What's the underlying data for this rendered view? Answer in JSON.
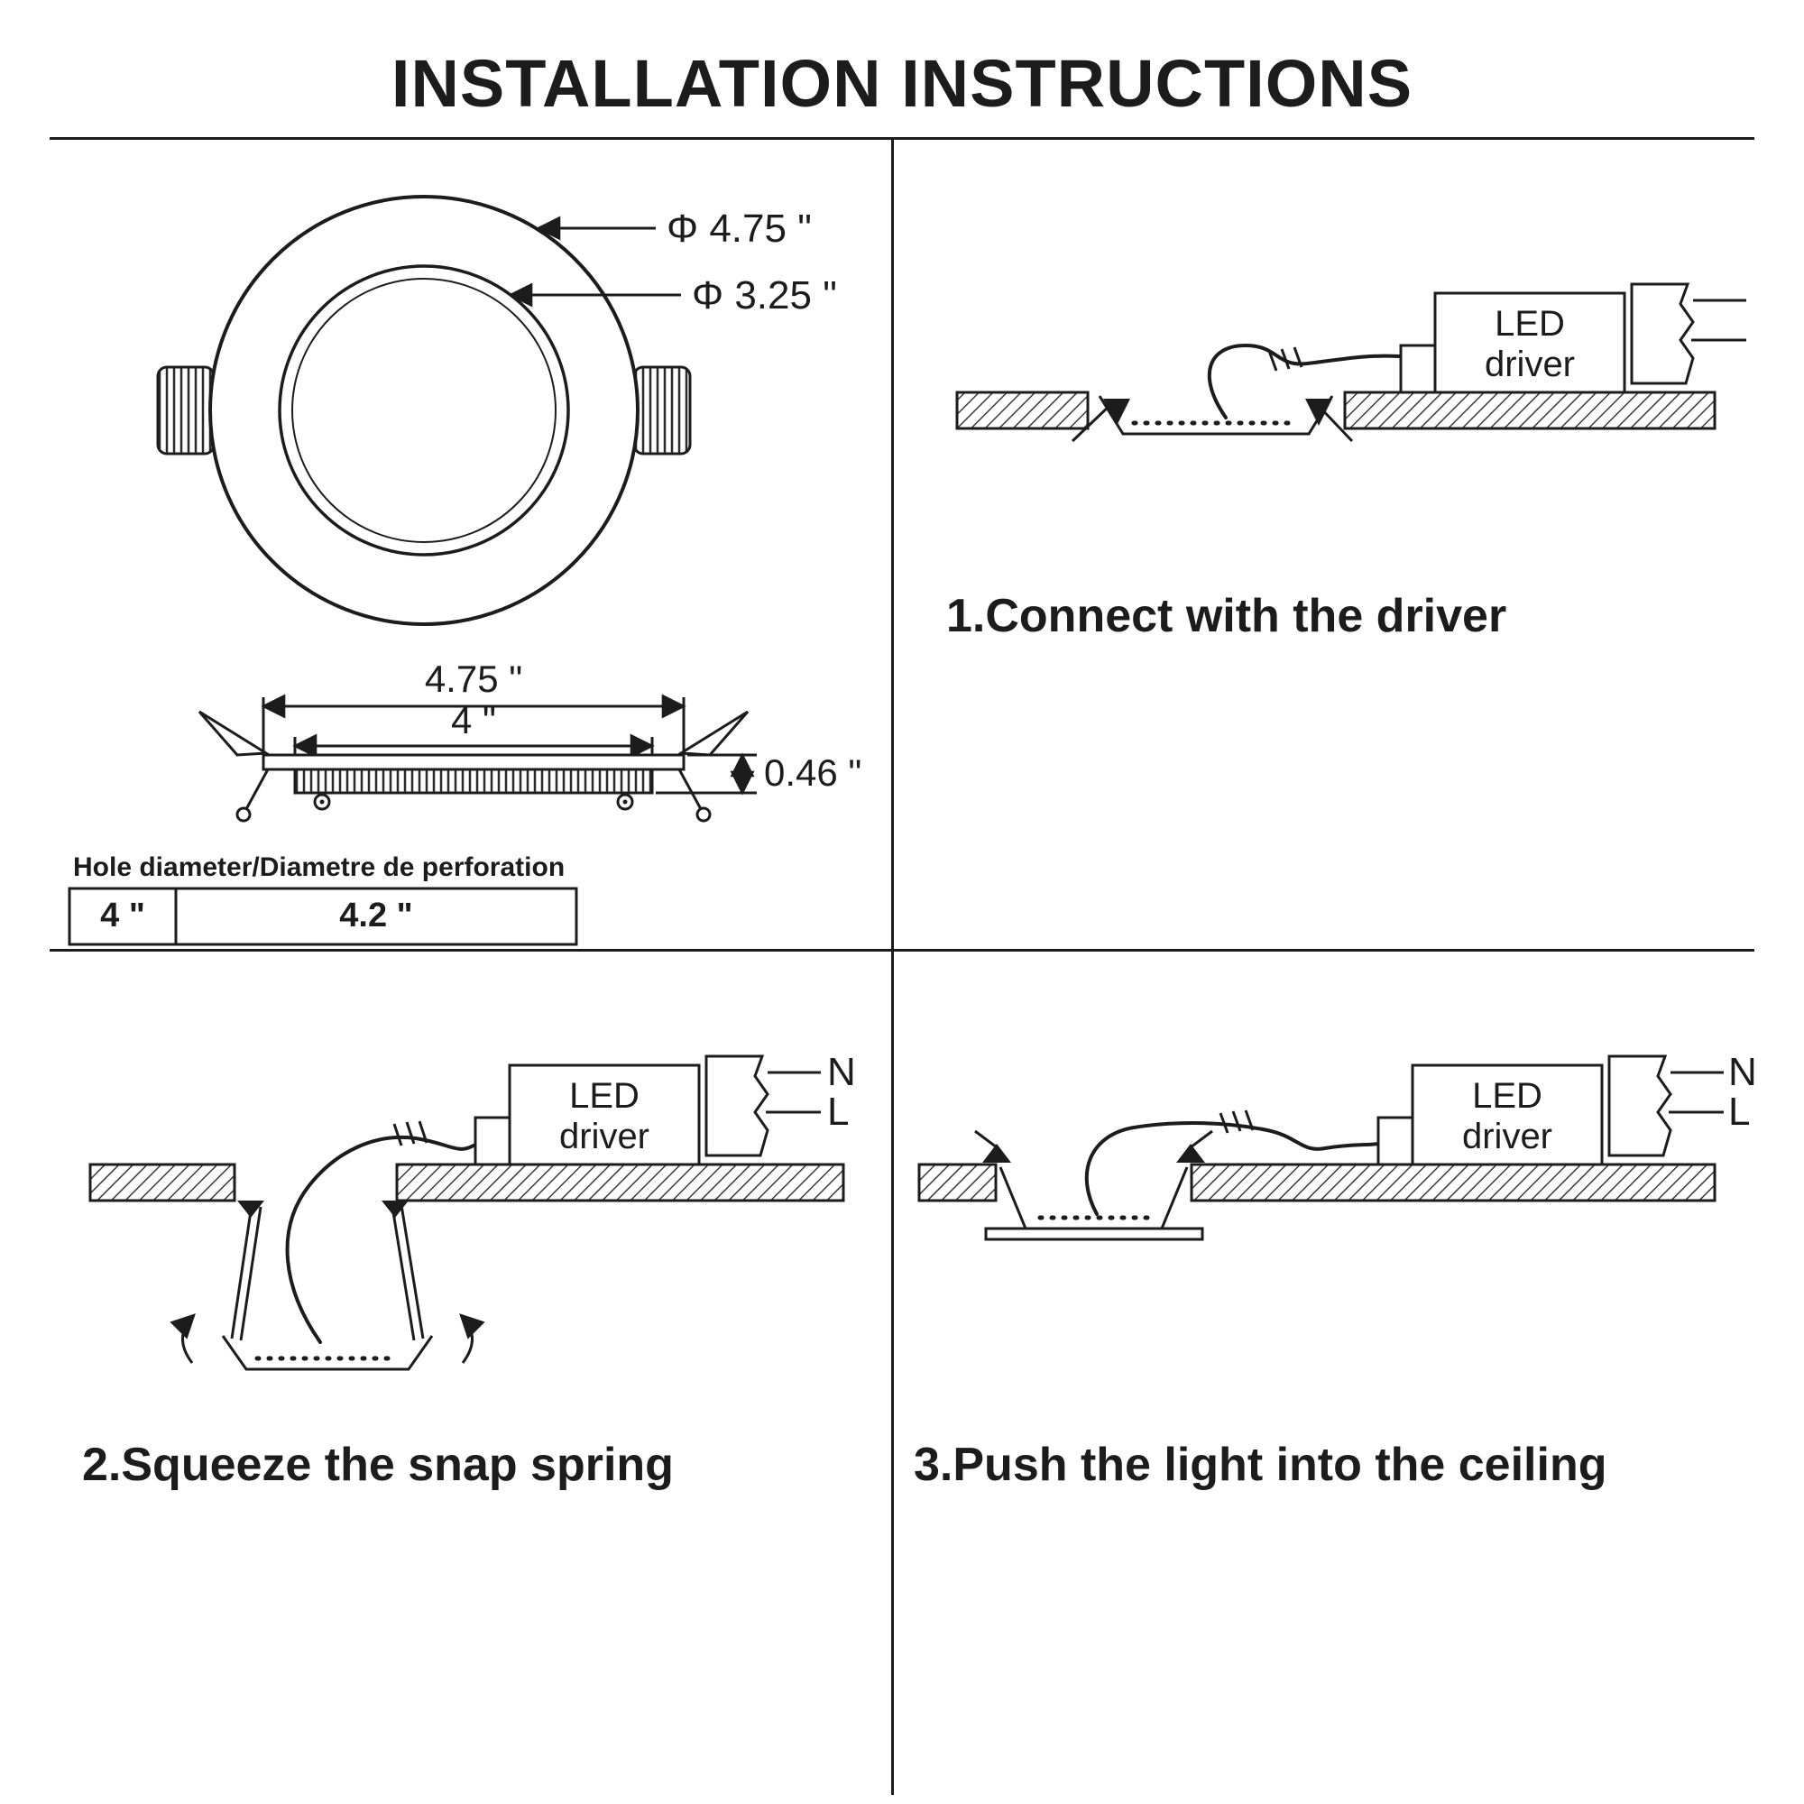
{
  "title": "INSTALLATION INSTRUCTIONS",
  "dimensions": {
    "outer_diameter": "Φ 4.75 \"",
    "lens_diameter": "Φ 3.25 \"",
    "flange_width": "4.75 \"",
    "body_width": "4 \"",
    "body_height": "0.46 \"",
    "hole_table": {
      "title": "Hole diameter/Diametre de perforation",
      "hole_size": "4 \"",
      "cutout_size": "4.2 \""
    }
  },
  "driver": {
    "label_line1": "LED",
    "label_line2": "driver",
    "neutral": "N",
    "live": "L"
  },
  "steps": [
    {
      "caption": "1.Connect with the driver"
    },
    {
      "caption": "2.Squeeze the snap spring"
    },
    {
      "caption": "3.Push the light into the ceiling"
    }
  ],
  "colors": {
    "ink": "#1c1c1c",
    "paper": "#ffffff"
  }
}
